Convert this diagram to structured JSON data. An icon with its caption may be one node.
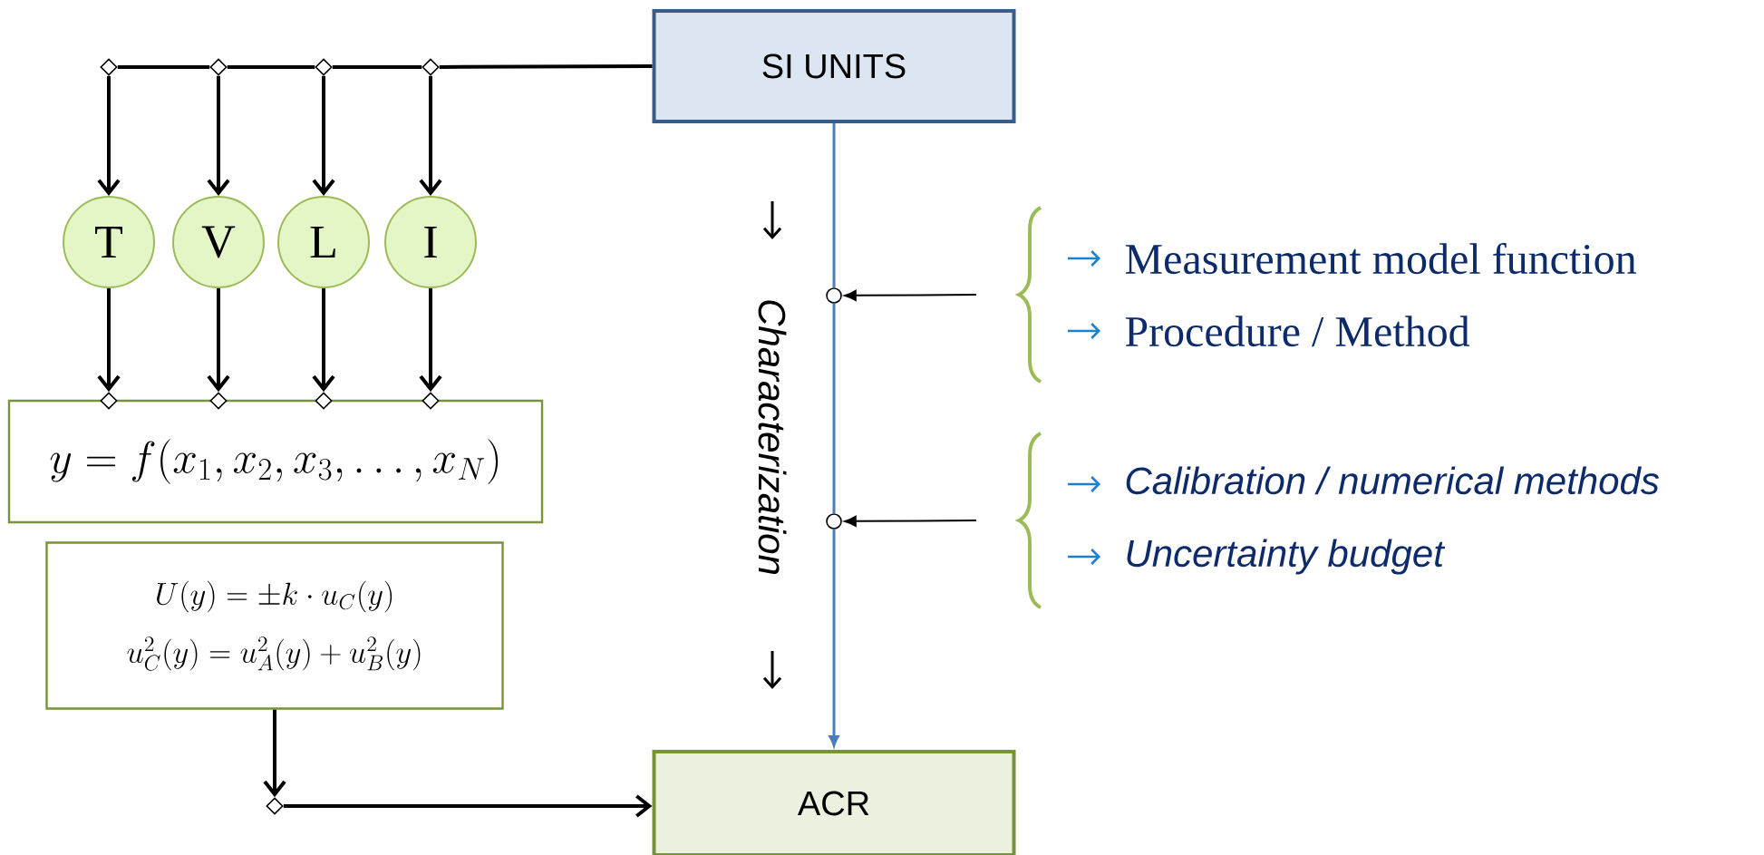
{
  "diagram": {
    "nodes": [
      {
        "text": [
          "SI UNITS"
        ]
      },
      {
        "text": [],
        "shape": "diamond"
      },
      {
        "text": [],
        "shape": "diamond"
      },
      {
        "text": [],
        "shape": "diamond"
      },
      {
        "text": [],
        "shape": "diamond"
      },
      {
        "text": [
          "T"
        ]
      },
      {
        "text": [
          "V"
        ]
      },
      {
        "text": [
          "L"
        ]
      },
      {
        "text": [
          "I"
        ]
      },
      {
        "text": [],
        "shape": "diamond"
      },
      {
        "text": [],
        "shape": "diamond"
      },
      {
        "text": [],
        "shape": "diamond"
      },
      {
        "text": [],
        "shape": "diamond"
      },
      {
        "text": [
          "y = f(x_1, x_2, x_3, \\dots, x_N)"
        ]
      },
      {
        "text": [
          "U(y) = \\pm k \\cdot u_C(y)",
          "u_C^2(y) = u_A^2(y) + u_B^2(y)"
        ]
      },
      {
        "text": [],
        "shape": "diamond"
      },
      {
        "text": [
          "ACR"
        ]
      },
      {
        "text": [],
        "shape": "circle"
      },
      {
        "text": [],
        "shape": "circle"
      },
      {
        "text": [
          "Measurement model function",
          "Procedure / Method"
        ]
      },
      {
        "text": [
          "Calibration / numerical methods",
          "Uncertainty budget"
        ]
      }
    ],
    "edges": [
      {
        "from": 0,
        "to": 4,
        "arrow": "none"
      },
      {
        "from": 4,
        "to": 3,
        "arrow": "none"
      },
      {
        "from": 3,
        "to": 2,
        "arrow": "none"
      },
      {
        "from": 2,
        "to": 1,
        "arrow": "none"
      },
      {
        "from": 1,
        "to": 5,
        "arrow": "to"
      },
      {
        "from": 2,
        "to": 6,
        "arrow": "to"
      },
      {
        "from": 3,
        "to": 7,
        "arrow": "to"
      },
      {
        "from": 4,
        "to": 8,
        "arrow": "to"
      },
      {
        "from": 5,
        "to": 9,
        "arrow": "to"
      },
      {
        "from": 6,
        "to": 10,
        "arrow": "to"
      },
      {
        "from": 7,
        "to": 11,
        "arrow": "to"
      },
      {
        "from": 8,
        "to": 12,
        "arrow": "to"
      },
      {
        "from": 0,
        "to": 17,
        "arrow": "none",
        "color": "#4a7ebb"
      },
      {
        "from": 17,
        "to": 18,
        "arrow": "none",
        "color": "#4a7ebb"
      },
      {
        "from": 18,
        "to": 16,
        "arrow": "to",
        "color": "#4a7ebb"
      },
      {
        "from": 19,
        "to": 17,
        "arrow": "to"
      },
      {
        "from": 20,
        "to": 18,
        "arrow": "to"
      },
      {
        "from": 14,
        "to": 15,
        "arrow": "to"
      },
      {
        "from": 15,
        "to": 16,
        "arrow": "to"
      }
    ],
    "labels": [
      "Characterization"
    ]
  }
}
